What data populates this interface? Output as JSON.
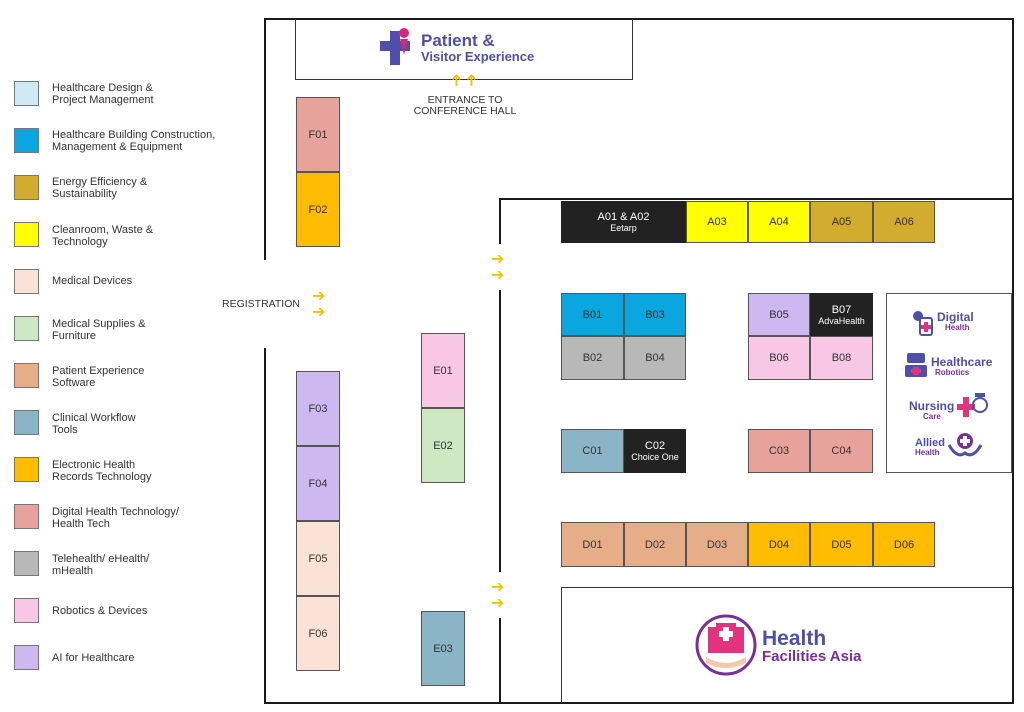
{
  "legend": [
    {
      "label": "Healthcare Design &\nProject Management",
      "color": "#cfe9f7"
    },
    {
      "label": "Healthcare Building Construction,\nManagement & Equipment",
      "color": "#0aa6e0"
    },
    {
      "label": "Energy Efficiency &\nSustainability",
      "color": "#d1ac2e"
    },
    {
      "label": "Cleanroom, Waste &\nTechnology",
      "color": "#ffff00"
    },
    {
      "label": "Medical Devices",
      "color": "#fbe2d6"
    },
    {
      "label": "Medical Supplies &\nFurniture",
      "color": "#cde8c3"
    },
    {
      "label": "Patient Experience\nSoftware",
      "color": "#e6ad89"
    },
    {
      "label": "Clinical Workflow\nTools",
      "color": "#89b5c6"
    },
    {
      "label": "Electronic Health\nRecords Technology",
      "color": "#ffbc00"
    },
    {
      "label": "Digital Health Technology/\nHealth Tech",
      "color": "#e8a29c"
    },
    {
      "label": "Telehealth/ eHealth/\nmHealth",
      "color": "#b8b8b8"
    },
    {
      "label": "Robotics & Devices",
      "color": "#f9c7e6"
    },
    {
      "label": "AI for Healthcare",
      "color": "#cdb8f1"
    }
  ],
  "colors": {
    "dark": "#222222"
  },
  "labels": {
    "registration": "REGISTRATION",
    "entrance": "ENTRANCE TO\nCONFERENCE HALL"
  },
  "logos": {
    "patient_line1": "Patient &",
    "patient_line2": "Visitor Experience",
    "hfa_line1": "Health",
    "hfa_line2": "Facilities Asia",
    "side_digital": "Digital",
    "side_digital_sub": "Health",
    "side_healthcare": "Healthcare",
    "side_healthcare_sub": "Robotics",
    "side_nursing": "Nursing",
    "side_nursing_sub": "Care",
    "side_allied": "Allied",
    "side_allied_sub": "Health"
  },
  "booths": [
    {
      "id": "F01",
      "sub": "",
      "cat": 9
    },
    {
      "id": "F02",
      "sub": "",
      "cat": 8
    },
    {
      "id": "F03",
      "sub": "",
      "cat": 12
    },
    {
      "id": "F04",
      "sub": "",
      "cat": 12
    },
    {
      "id": "F05",
      "sub": "",
      "cat": 4
    },
    {
      "id": "F06",
      "sub": "",
      "cat": 4
    },
    {
      "id": "E01",
      "sub": "",
      "cat": 11
    },
    {
      "id": "E02",
      "sub": "",
      "cat": 5
    },
    {
      "id": "E03",
      "sub": "",
      "cat": 7
    },
    {
      "id": "A01 & A02",
      "sub": "Eetarp",
      "cat": -1
    },
    {
      "id": "A03",
      "sub": "",
      "cat": 3
    },
    {
      "id": "A04",
      "sub": "",
      "cat": 3
    },
    {
      "id": "A05",
      "sub": "",
      "cat": 2
    },
    {
      "id": "A06",
      "sub": "",
      "cat": 2
    },
    {
      "id": "B01",
      "sub": "",
      "cat": 1
    },
    {
      "id": "B03",
      "sub": "",
      "cat": 1
    },
    {
      "id": "B02",
      "sub": "",
      "cat": 10
    },
    {
      "id": "B04",
      "sub": "",
      "cat": 10
    },
    {
      "id": "B05",
      "sub": "",
      "cat": 12
    },
    {
      "id": "B07",
      "sub": "AdvaHealth",
      "cat": -1
    },
    {
      "id": "B06",
      "sub": "",
      "cat": 11
    },
    {
      "id": "B08",
      "sub": "",
      "cat": 11
    },
    {
      "id": "C01",
      "sub": "",
      "cat": 7
    },
    {
      "id": "C02",
      "sub": "Choice One",
      "cat": -1
    },
    {
      "id": "C03",
      "sub": "",
      "cat": 9
    },
    {
      "id": "C04",
      "sub": "",
      "cat": 9
    },
    {
      "id": "D01",
      "sub": "",
      "cat": 6
    },
    {
      "id": "D02",
      "sub": "",
      "cat": 6
    },
    {
      "id": "D03",
      "sub": "",
      "cat": 6
    },
    {
      "id": "D04",
      "sub": "",
      "cat": 8
    },
    {
      "id": "D05",
      "sub": "",
      "cat": 8
    },
    {
      "id": "D06",
      "sub": "",
      "cat": 8
    }
  ]
}
